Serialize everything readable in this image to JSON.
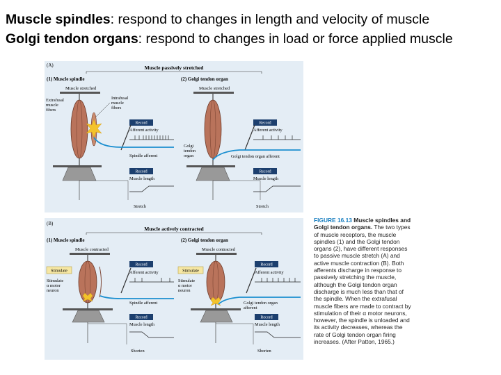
{
  "headings": {
    "line1_term": "Muscle spindles",
    "line1_rest": ": respond to changes in length and velocity of muscle",
    "line2_term": "Golgi tendon organs",
    "line2_rest": ": respond to changes in load or force applied muscle"
  },
  "panel_a": {
    "letter": "(A)",
    "title": "Muscle passively stretched",
    "left": {
      "title": "(1)  Muscle spindle",
      "top_label": "Muscle stretched",
      "extrafusal": [
        "Extrafusal",
        "muscle",
        "fibers"
      ],
      "intrafusal": [
        "Intrafusal",
        "muscle",
        "fibers"
      ],
      "record1": "Record",
      "activity": "Afferent activity",
      "afferent": "Spindle afferent",
      "record2": "Record",
      "length": "Muscle length",
      "bottom": "Stretch"
    },
    "right": {
      "title": "(2)  Golgi tendon organ",
      "top_label": "Muscle stretched",
      "gto_label": [
        "Golgi",
        "tendon",
        "organ"
      ],
      "record1": "Record",
      "activity": "Afferent activity",
      "afferent": "Golgi tendon organ afferent",
      "record2": "Record",
      "length": "Muscle length",
      "bottom": "Stretch"
    }
  },
  "panel_b": {
    "letter": "(B)",
    "title": "Muscle actively contracted",
    "left": {
      "title": "(1)  Muscle spindle",
      "top_label": "Muscle contracted",
      "stimulate": "Stimulate",
      "stim_label": [
        "Stimulate",
        "α motor",
        "neuron"
      ],
      "record1": "Record",
      "activity": "Afferent activity",
      "afferent": "Spindle afferent",
      "record2": "Record",
      "length": "Muscle length",
      "bottom": "Shorten"
    },
    "right": {
      "title": "(2)  Golgi tendon organ",
      "top_label": "Muscle contracted",
      "stimulate": "Stimulate",
      "stim_label": [
        "Stimulate",
        "α motor",
        "neuron"
      ],
      "record1": "Record",
      "activity": "Afferent activity",
      "afferent": [
        "Golgi tendon organ",
        "afferent"
      ],
      "record2": "Record",
      "length": "Muscle length",
      "bottom": "Shorten"
    }
  },
  "caption": {
    "figure": "FIGURE 16.13",
    "title": "Muscle spindles and Golgi tendon organs.",
    "body": "The two types of muscle receptors, the muscle spindles (1) and the Golgi tendon organs (2), have different responses to passive muscle stretch (A) and active muscle contraction (B). Both afferents discharge in response to passively stretching the muscle, although the Golgi tendon organ discharge is much less than that of the spindle. When the extrafusal muscle fibers are made to contract by stimulation of their α motor neurons, however, the spindle is unloaded and its activity decreases, whereas the rate of Golgi tendon organ firing increases. (After Patton, 1965.)"
  },
  "colors": {
    "panel_bg": "#e4edf5",
    "record_box": "#1c3f6e",
    "afferent_line": "#1b8fd0",
    "muscle": "#b9735b",
    "stimulate_box": "#f6e7a3",
    "figure_label": "#1a7fc0"
  }
}
